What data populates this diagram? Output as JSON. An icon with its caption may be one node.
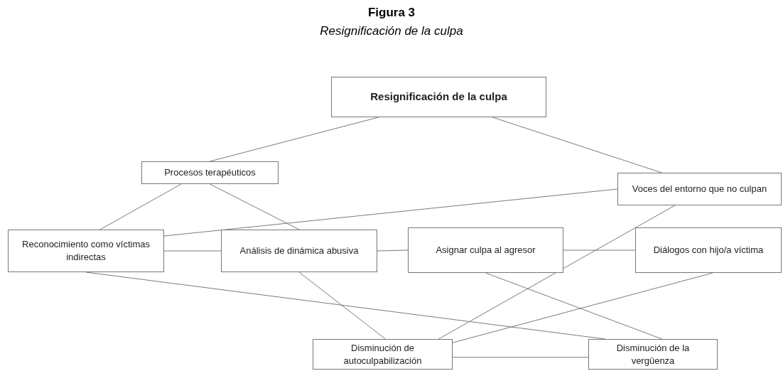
{
  "diagram": {
    "title": "Figura 3",
    "caption": "Resignificación de la culpa",
    "nodes": [
      {
        "text": [
          "Resignificación de la culpa"
        ]
      },
      {
        "text": [
          "Procesos terapéuticos"
        ]
      },
      {
        "text": [
          "Voces del entorno que no culpan"
        ]
      },
      {
        "text": [
          "Reconocimiento como víctimas indirectas"
        ]
      },
      {
        "text": [
          "Análisis de dinámica abusiva"
        ]
      },
      {
        "text": [
          "Asignar culpa al agresor"
        ]
      },
      {
        "text": [
          "Diálogos con hijo/a víctima"
        ]
      },
      {
        "text": [
          "Disminución de autoculpabilización"
        ]
      },
      {
        "text": [
          "Disminución de la vergüenza"
        ]
      }
    ],
    "edges": [
      {
        "from": 0,
        "to": 1,
        "arrow": "none"
      },
      {
        "from": 0,
        "to": 2,
        "arrow": "none"
      },
      {
        "from": 1,
        "to": 3,
        "arrow": "none"
      },
      {
        "from": 1,
        "to": 4,
        "arrow": "none"
      },
      {
        "from": 2,
        "to": 3,
        "arrow": "none"
      },
      {
        "from": 3,
        "to": 4,
        "arrow": "none"
      },
      {
        "from": 4,
        "to": 5,
        "arrow": "none"
      },
      {
        "from": 5,
        "to": 6,
        "arrow": "none"
      },
      {
        "from": 2,
        "to": 7,
        "arrow": "none"
      },
      {
        "from": 4,
        "to": 7,
        "arrow": "none"
      },
      {
        "from": 3,
        "to": 8,
        "arrow": "none"
      },
      {
        "from": 5,
        "to": 8,
        "arrow": "none"
      },
      {
        "from": 6,
        "to": 7,
        "arrow": "none"
      },
      {
        "from": 7,
        "to": 8,
        "arrow": "none"
      }
    ]
  }
}
